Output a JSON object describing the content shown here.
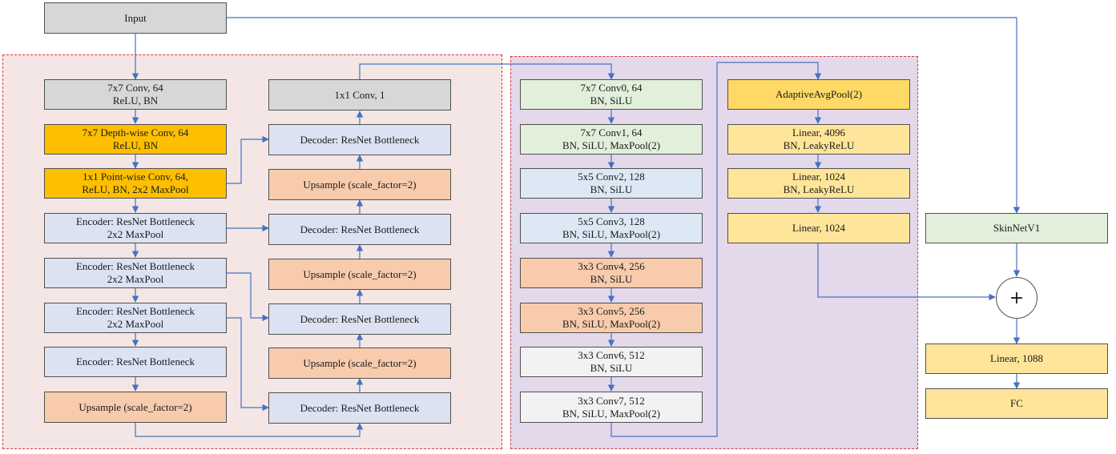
{
  "input": "Input",
  "left_column": [
    [
      "7x7 Conv, 64",
      "ReLU, BN"
    ],
    [
      "7x7 Depth-wise Conv, 64",
      "ReLU, BN"
    ],
    [
      "1x1 Point-wise Conv, 64,",
      "ReLU, BN, 2x2 MaxPool"
    ],
    [
      "Encoder: ResNet Bottleneck",
      "2x2 MaxPool"
    ],
    [
      "Encoder: ResNet Bottleneck",
      "2x2 MaxPool"
    ],
    [
      "Encoder: ResNet Bottleneck",
      "2x2 MaxPool"
    ],
    [
      "Encoder: ResNet Bottleneck"
    ],
    [
      "Upsample (scale_factor=2)"
    ]
  ],
  "decoder_column": [
    [
      "1x1 Conv, 1"
    ],
    [
      "Decoder: ResNet Bottleneck"
    ],
    [
      "Upsample (scale_factor=2)"
    ],
    [
      "Decoder: ResNet Bottleneck"
    ],
    [
      "Upsample (scale_factor=2)"
    ],
    [
      "Decoder: ResNet Bottleneck"
    ],
    [
      "Upsample (scale_factor=2)"
    ],
    [
      "Decoder: ResNet Bottleneck"
    ]
  ],
  "conv_column": [
    [
      "7x7 Conv0, 64",
      "BN, SiLU"
    ],
    [
      "7x7 Conv1, 64",
      "BN, SiLU, MaxPool(2)"
    ],
    [
      "5x5 Conv2, 128",
      "BN, SiLU"
    ],
    [
      "5x5 Conv3, 128",
      "BN, SiLU, MaxPool(2)"
    ],
    [
      "3x3 Conv4, 256",
      "BN, SiLU"
    ],
    [
      "3x3 Conv5, 256",
      "BN, SiLU, MaxPool(2)"
    ],
    [
      "3x3 Conv6, 512",
      "BN, SiLU"
    ],
    [
      "3x3 Conv7, 512",
      "BN, SiLU, MaxPool(2)"
    ]
  ],
  "head_column": [
    [
      "AdaptiveAvgPool(2)"
    ],
    [
      "Linear, 4096",
      "BN, LeakyReLU"
    ],
    [
      "Linear, 1024",
      "BN, LeakyReLU"
    ],
    [
      "Linear, 1024"
    ]
  ],
  "skinnet": "SkinNetV1",
  "add_symbol": "+",
  "final_column": [
    [
      "Linear, 1088"
    ],
    [
      "FC"
    ]
  ],
  "colors": {
    "wire": "#4472c4",
    "region_border": "#d9383a",
    "left_region_fill": "#f4e6e4",
    "mid_region_fill": "#e4d8eb"
  }
}
